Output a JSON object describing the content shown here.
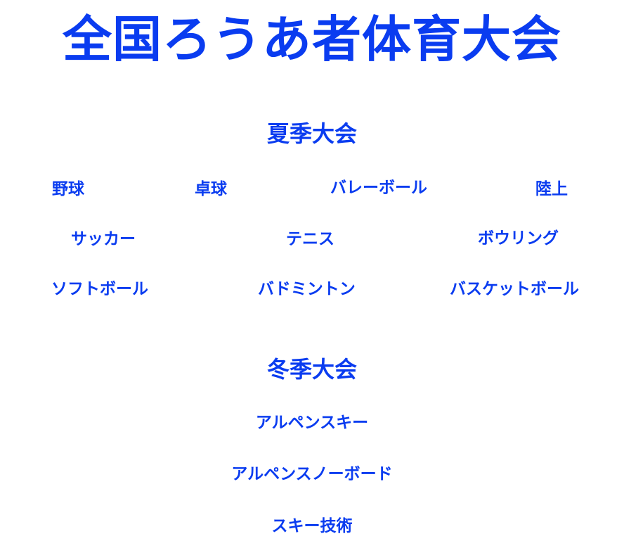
{
  "page": {
    "title": "全国ろうあ者体育大会",
    "accent_color": "#0a3cf0"
  },
  "summer": {
    "heading": "夏季大会",
    "events": [
      "野球",
      "卓球",
      "バレーボール",
      "陸上",
      "サッカー",
      "テニス",
      "ボウリング",
      "ソフトボール",
      "バドミントン",
      "バスケットボール"
    ]
  },
  "winter": {
    "heading": "冬季大会",
    "events": [
      "アルペンスキー",
      "アルペンスノーボード",
      "スキー技術"
    ]
  }
}
